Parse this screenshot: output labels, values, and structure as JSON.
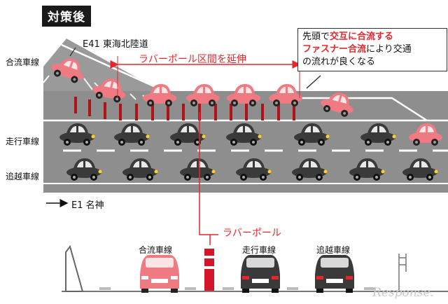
{
  "title": "対策後",
  "labels": {
    "merge_lane": "合流車線",
    "travel_lane": "走行車線",
    "passing_lane": "追越車線",
    "e41": "E41 東海北陸道",
    "e1": "E1 名神",
    "extension": "ラバーポール区間を延伸",
    "rubber_pole": "ラバーポール"
  },
  "callout": {
    "part1": "先頭で",
    "part2": "交互に合流する",
    "part3": "ファスナー合流",
    "part4": "により交通",
    "part5": "の流れが良くなる"
  },
  "cross_section": {
    "merge": "合流車線",
    "travel": "走行車線",
    "passing": "追越車線"
  },
  "watermark": "Response.",
  "colors": {
    "pink_car": "#f07a82",
    "dark_car": "#3a3a3a",
    "road": "#8e8e8e",
    "accent": "#e6262b"
  }
}
